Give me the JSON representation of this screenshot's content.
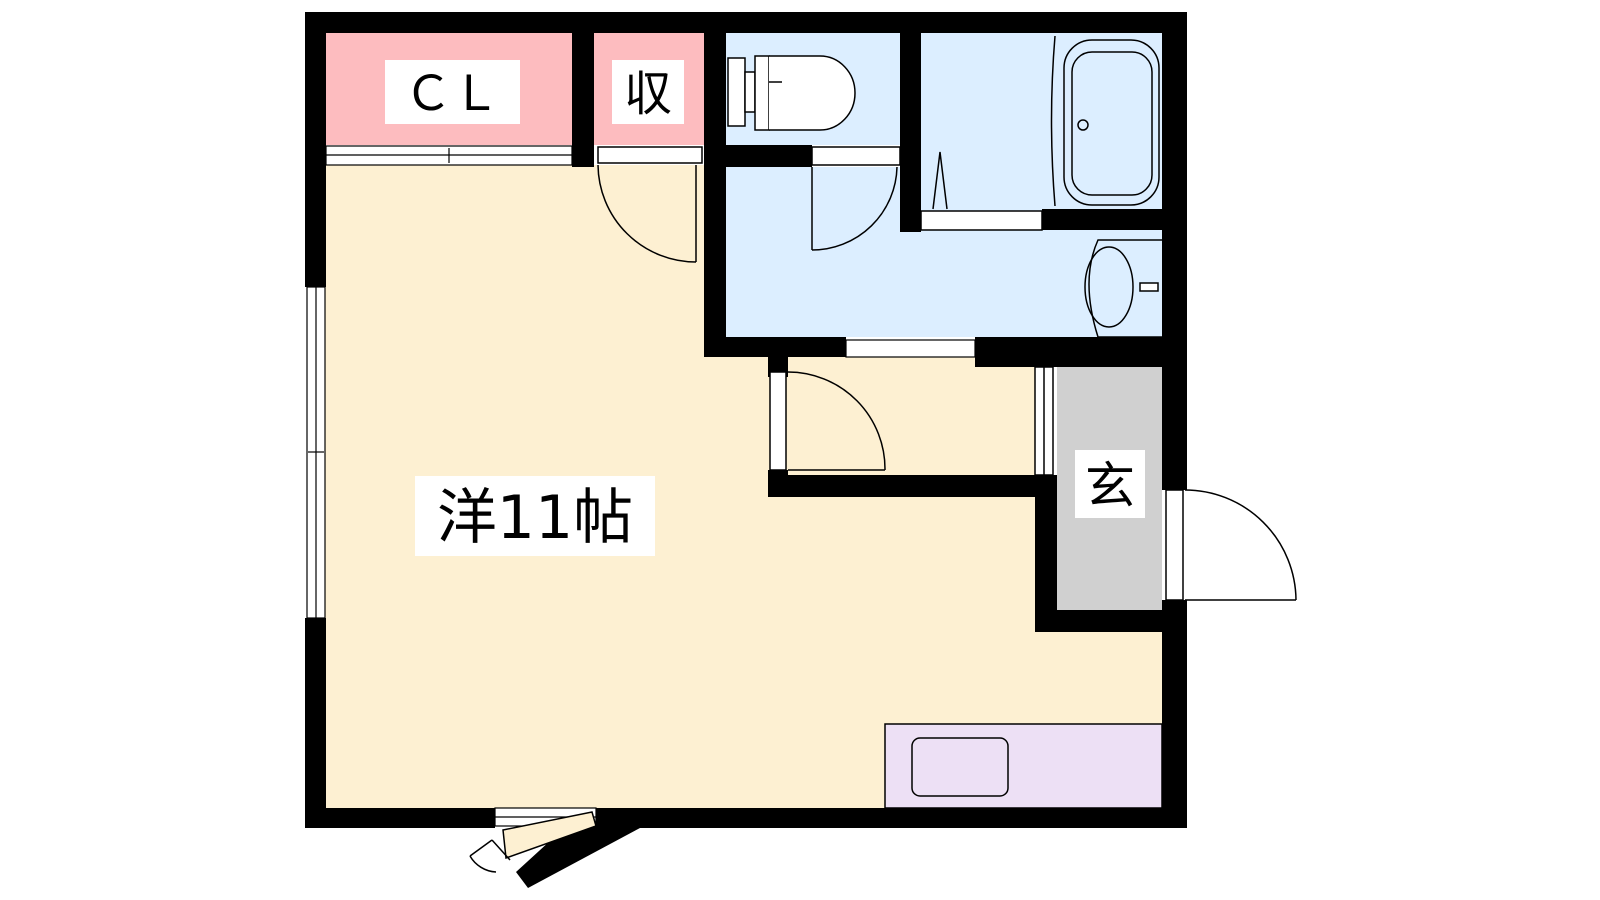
{
  "floorplan": {
    "rooms": {
      "closet": {
        "label": "ＣＬ"
      },
      "storage": {
        "label": "収"
      },
      "western_room": {
        "label": "洋11帖"
      },
      "entrance": {
        "label": "玄"
      }
    },
    "colors": {
      "wall": "#000000",
      "living": "#FDF0D2",
      "storage": "#FDBCBF",
      "wet_area": "#DCEEFF",
      "entrance": "#D0D0D0",
      "kitchen": "#EDE0F5",
      "background": "#FFFFFF"
    }
  }
}
